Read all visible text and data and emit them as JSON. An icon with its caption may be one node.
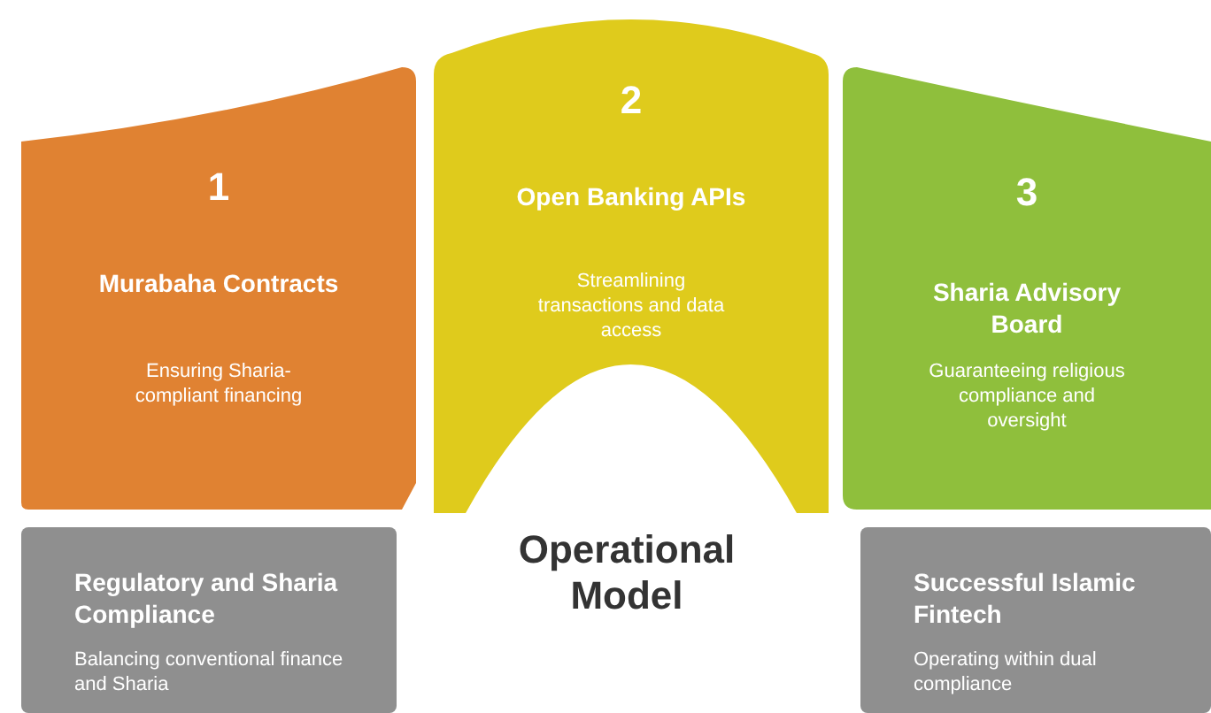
{
  "diagram": {
    "title": "Operational Model",
    "nodes": [
      {
        "text": [
          "1",
          "Murabaha Contracts",
          "Ensuring Sharia-compliant financing"
        ]
      },
      {
        "text": [
          "2",
          "Open Banking APIs",
          "Streamlining transactions and data access"
        ]
      },
      {
        "text": [
          "3",
          "Sharia Advisory Board",
          "Guaranteeing religious compliance and oversight"
        ]
      },
      {
        "text": [
          "Regulatory and Sharia Compliance",
          "Balancing conventional finance and Sharia"
        ]
      },
      {
        "text": [
          "Successful Islamic Fintech",
          "Operating within dual compliance"
        ]
      }
    ],
    "edges": []
  }
}
